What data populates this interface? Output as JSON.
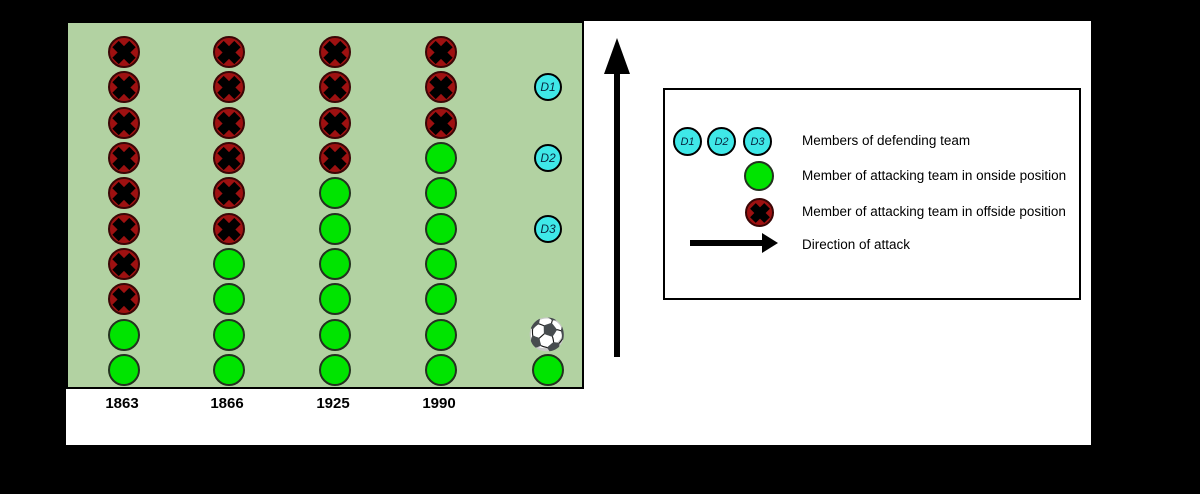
{
  "background_color": "#000000",
  "panel_color": "#ffffff",
  "field": {
    "color": "#b2d2a2",
    "rows_per_column": 10,
    "columns": [
      {
        "year": "1863",
        "offside": 8,
        "onside": 2
      },
      {
        "year": "1866",
        "offside": 6,
        "onside": 4
      },
      {
        "year": "1925",
        "offside": 4,
        "onside": 6
      },
      {
        "year": "1990",
        "offside": 3,
        "onside": 7
      }
    ],
    "defenders": [
      {
        "label": "D1",
        "row": 2
      },
      {
        "label": "D2",
        "row": 4
      },
      {
        "label": "D3",
        "row": 6
      }
    ],
    "ball": {
      "row": 9,
      "icon": "⚽"
    },
    "lone_attacker_row": 10
  },
  "direction_arrow": {
    "orientation": "up"
  },
  "legend": {
    "defender_labels": [
      "D1",
      "D2",
      "D3"
    ],
    "items": [
      {
        "key": "defenders",
        "label": "Members of defending team"
      },
      {
        "key": "onside",
        "label": "Member of attacking team in onside position"
      },
      {
        "key": "offside",
        "label": "Member of attacking team in offside position"
      },
      {
        "key": "attack_arrow",
        "label": "Direction of attack"
      }
    ]
  },
  "colors": {
    "onside": "#00e400",
    "offside": "#9e1111",
    "offside_x": "#000000",
    "defender": "#3fe8e8",
    "arrow": "#000000"
  }
}
